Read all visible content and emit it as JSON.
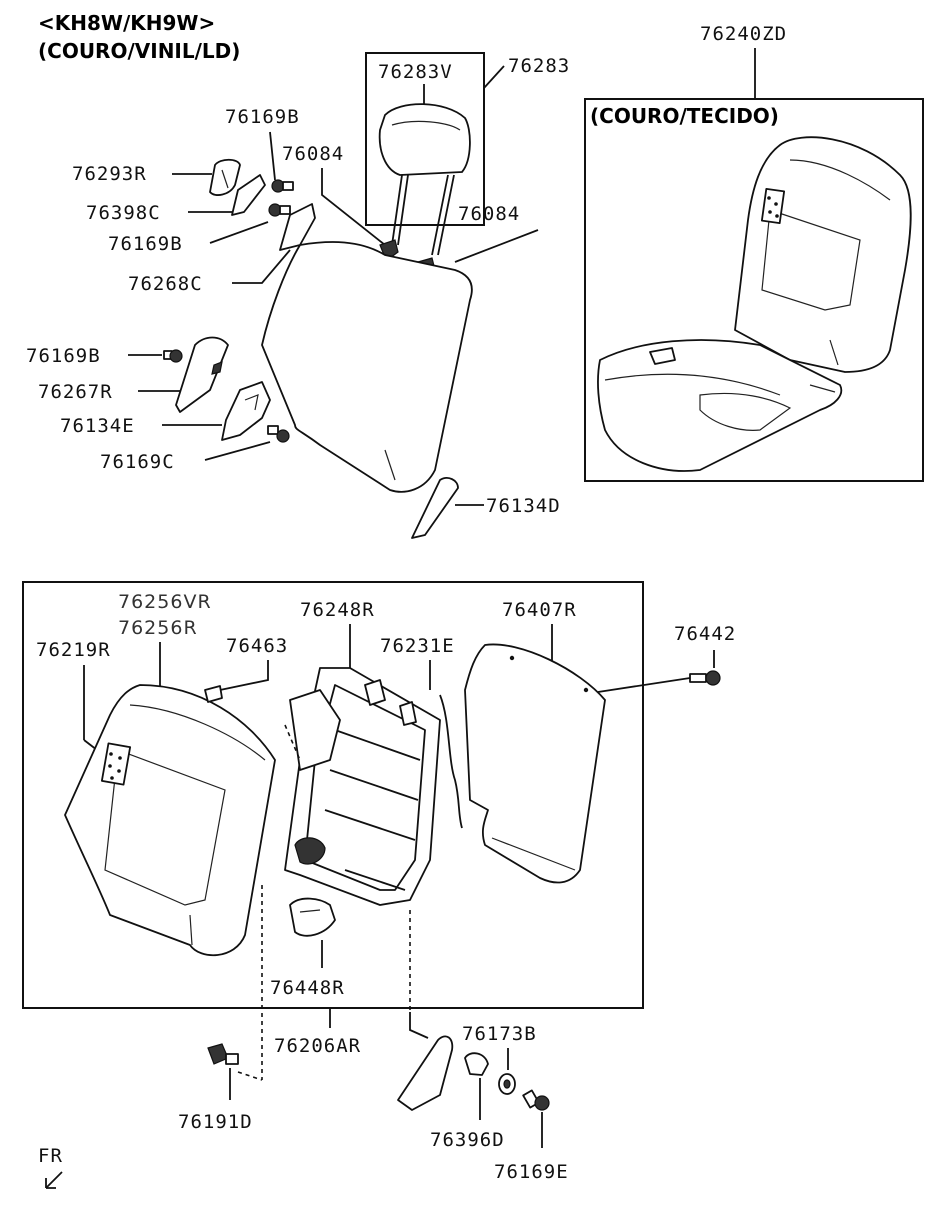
{
  "headers": {
    "variant_line1": "<KH8W/KH9W>",
    "variant_line2": "(COURO/VINIL/LD)",
    "alt_box_title": "(COURO/TECIDO)",
    "front_marker": "FR"
  },
  "labels": {
    "p76240ZD": "76240ZD",
    "p76283V": "76283V",
    "p76283": "76283",
    "p76169B_top": "76169B",
    "p76084_left": "76084",
    "p76084_right": "76084",
    "p76293R": "76293R",
    "p76398C": "76398C",
    "p76169B_mid": "76169B",
    "p76268C": "76268C",
    "p76169B_low": "76169B",
    "p76267R": "76267R",
    "p76134E": "76134E",
    "p76169C": "76169C",
    "p76134D": "76134D",
    "p76256VR": "76256VR",
    "p76256R": "76256R",
    "p76248R": "76248R",
    "p76407R": "76407R",
    "p76442": "76442",
    "p76219R": "76219R",
    "p76463": "76463",
    "p76231E": "76231E",
    "p76448R": "76448R",
    "p76206AR": "76206AR",
    "p76173B": "76173B",
    "p76191D": "76191D",
    "p76396D": "76396D",
    "p76169E": "76169E"
  },
  "icons": {
    "front_arrow": "front-arrow-icon"
  }
}
